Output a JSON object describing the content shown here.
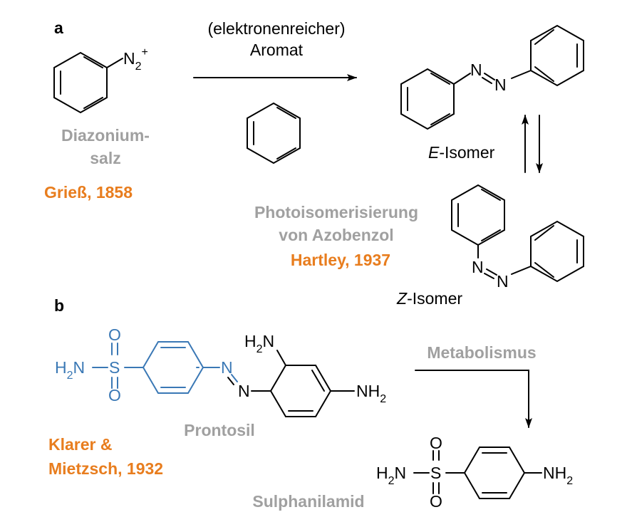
{
  "panels": {
    "a": "a",
    "b": "b"
  },
  "reaction_a": {
    "n2_label": "N",
    "n2_sub": "2",
    "n2_charge": "+",
    "reagent_line1": "(elektronenreicher)",
    "reagent_line2": "Aromat",
    "reactant_name_line1": "Diazonium-",
    "reactant_name_line2": "salz",
    "reactant_credit": "Grieß, 1858",
    "e_isomer_prefix": "E",
    "e_isomer_suffix": "-Isomer",
    "z_isomer_prefix": "Z",
    "z_isomer_suffix": "-Isomer",
    "process_line1": "Photoisomerisierung",
    "process_line2": "von Azobenzol",
    "process_credit": "Hartley, 1937",
    "atom_n": "N"
  },
  "reaction_b": {
    "atom_o": "O",
    "atom_s": "S",
    "atom_n": "N",
    "h2n_label": "H",
    "h2n_sub": "2",
    "h2n_n": "N",
    "nh2_n": "NH",
    "nh2_sub": "2",
    "prontosil": "Prontosil",
    "credit_line1": "Klarer &",
    "credit_line2": "Mietzsch, 1932",
    "arrow_label": "Metabolismus",
    "product": "Sulphanilamid"
  },
  "colors": {
    "grey": "#a0a0a0",
    "orange": "#e87d1e",
    "blue": "#3a78b5",
    "black": "#000000"
  }
}
